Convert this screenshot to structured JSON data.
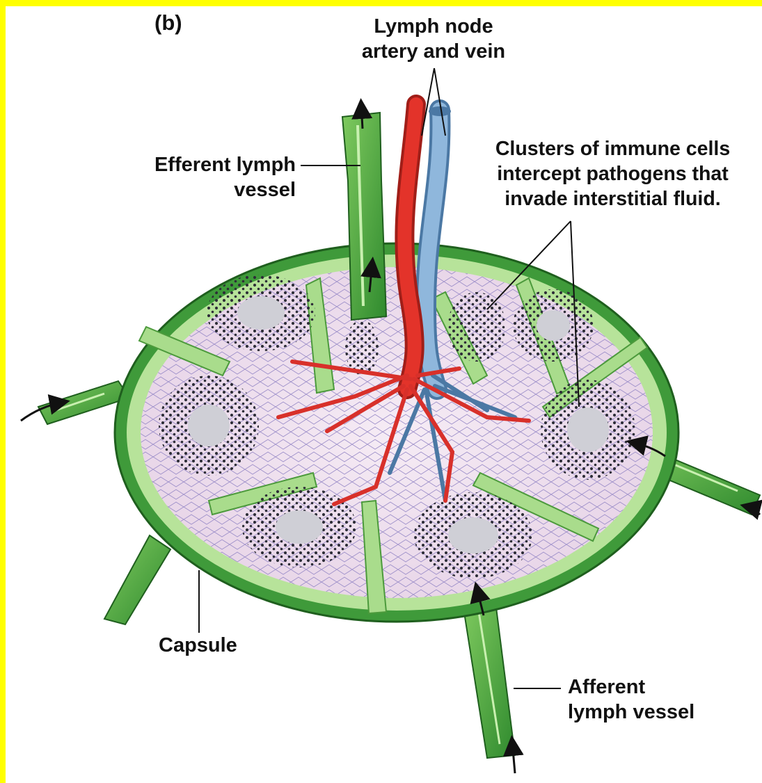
{
  "colors": {
    "frame": "#ffff00",
    "capsule": "#3f9a3a",
    "capsule_light": "#b7e39a",
    "tissue": "#efe1ee",
    "cluster": "#3b3b46",
    "artery": "#e3332a",
    "vein": "#6f9ec8",
    "text": "#111111"
  },
  "labels": {
    "panel": "(b)",
    "artery_vein": [
      "Lymph node",
      "artery and vein"
    ],
    "efferent": [
      "Efferent lymph",
      "vessel"
    ],
    "clusters": [
      "Clusters of immune cells",
      "intercept pathogens that",
      "invade interstitial fluid."
    ],
    "capsule": "Capsule",
    "afferent": [
      "Afferent",
      "lymph vessel"
    ]
  },
  "icons": {
    "arrow": "flow-arrow-icon"
  }
}
